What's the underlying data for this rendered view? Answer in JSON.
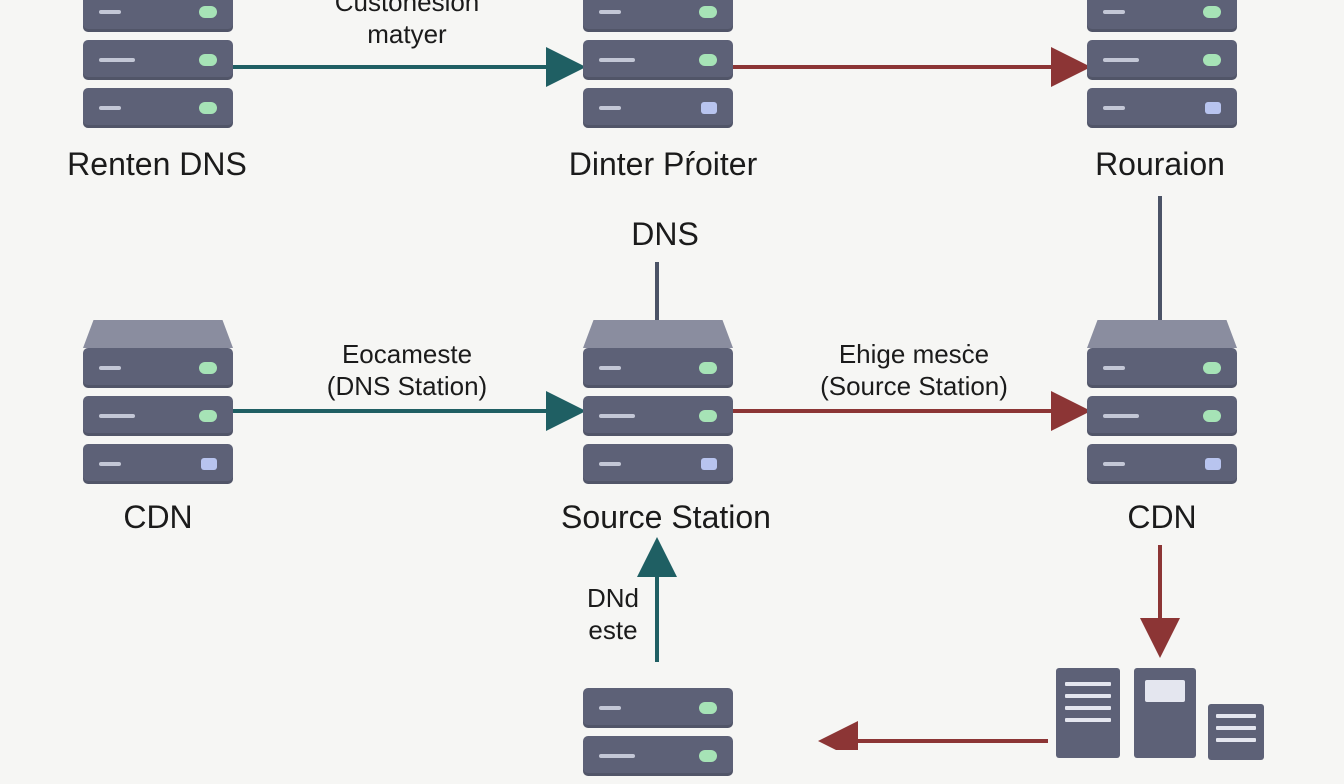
{
  "nodes": {
    "rent_dns": "Renten DNS",
    "dinter_proiter": "Dinter Pŕoiter",
    "rouraion": "Rouraion",
    "dns_top": "DNS",
    "cdn_left": "CDN",
    "source_station": "Source Station",
    "cdn_right": "CDN"
  },
  "edges": {
    "top_left": "Custonesion\nmatyer",
    "mid_left": "Eocameste\n(DNS Station)",
    "mid_right": "Ehige mesċe\n(Source Station)",
    "bottom_up": "DNd\neste"
  },
  "colors": {
    "teal": "#1f5f63",
    "red": "#8c3535",
    "slate": "#5d6177"
  }
}
